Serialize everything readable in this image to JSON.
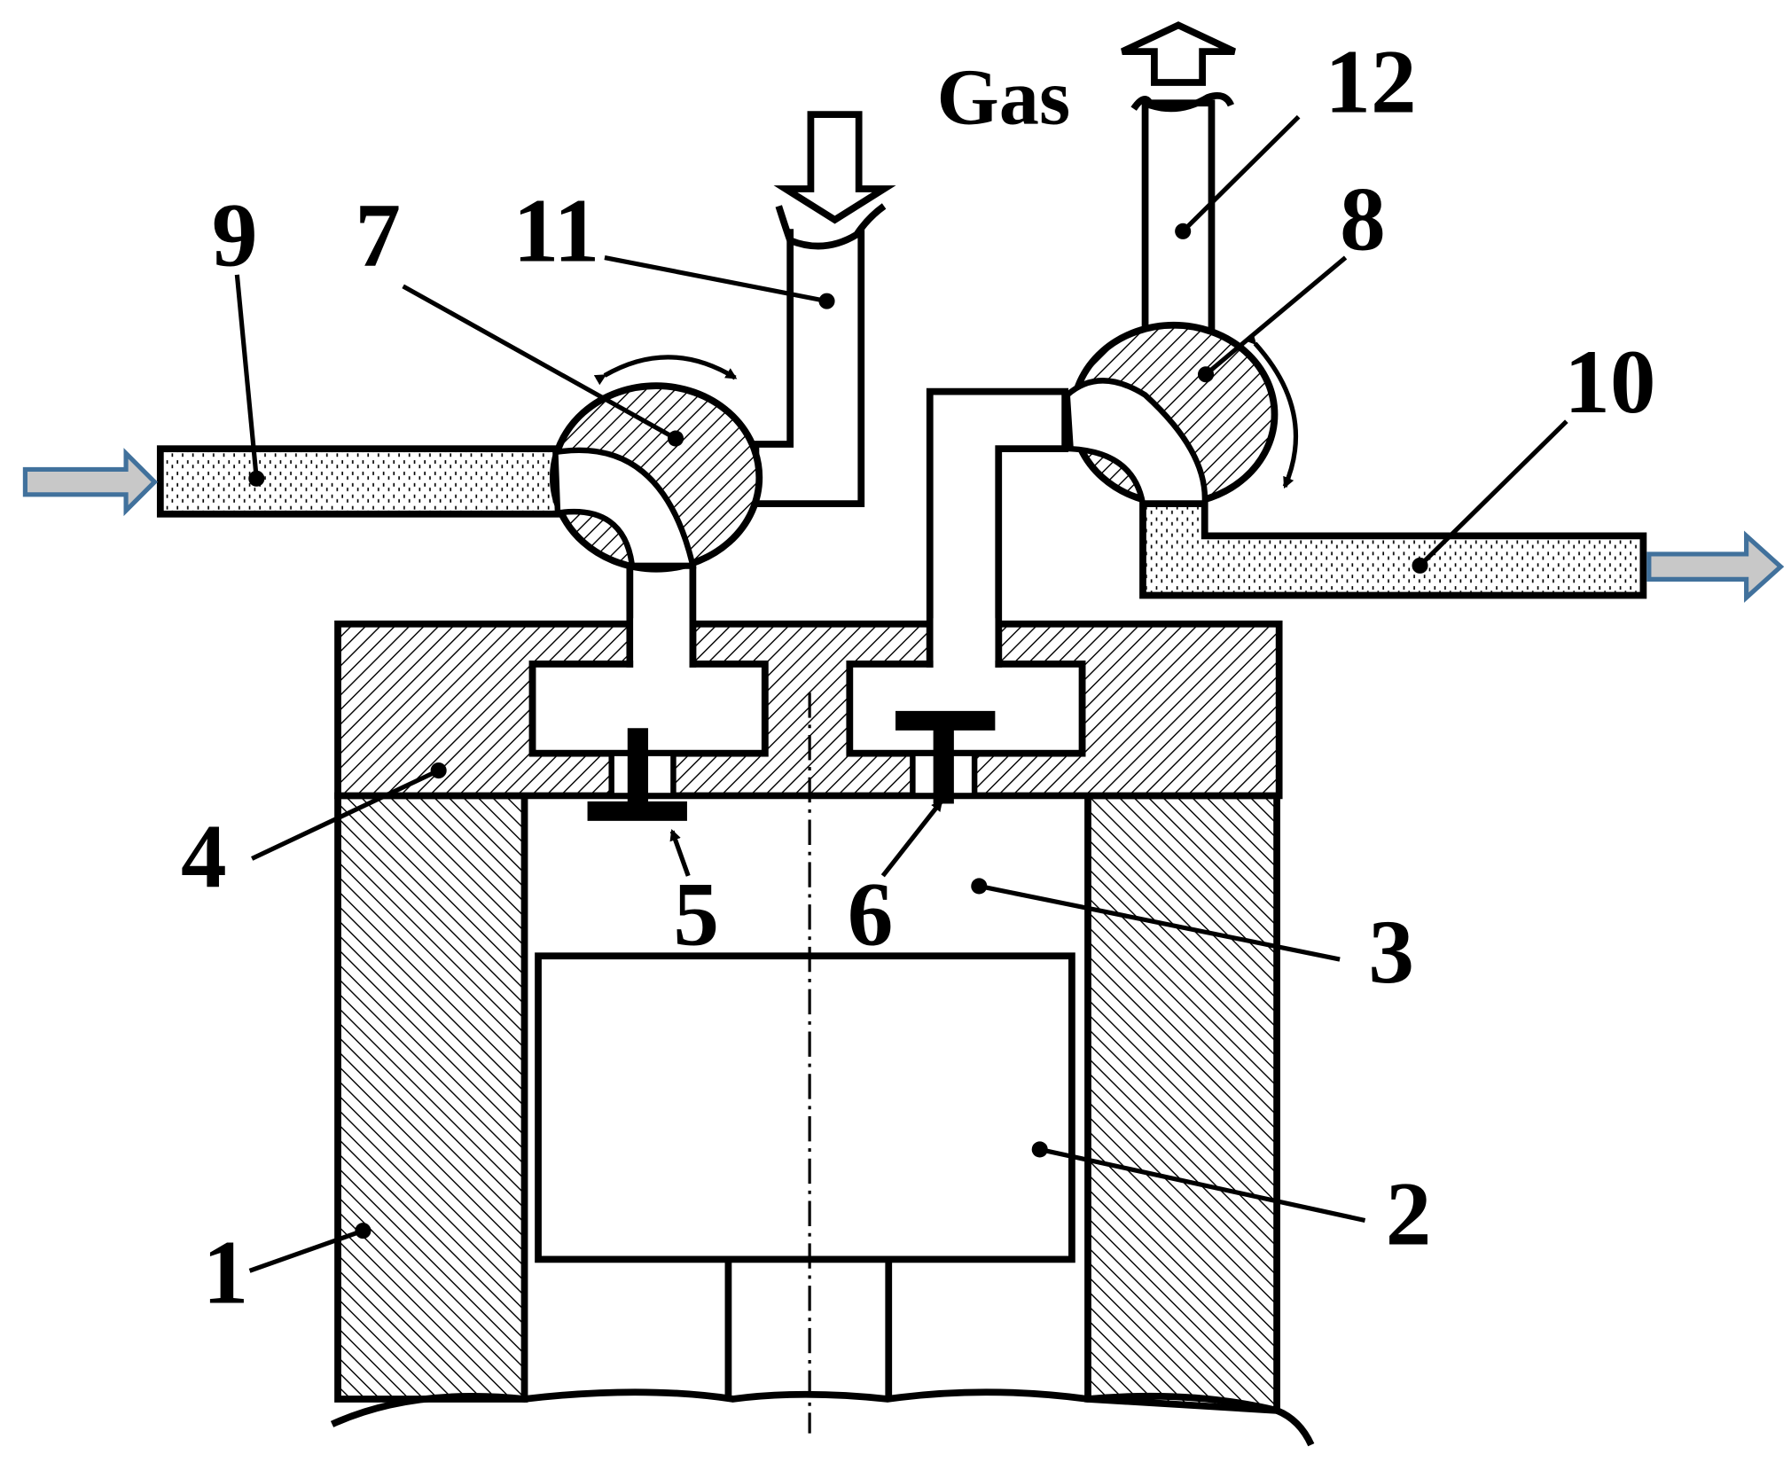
{
  "diagram": {
    "gas_label": "Gas",
    "labels": {
      "l1": "1",
      "l2": "2",
      "l3": "3",
      "l4": "4",
      "l5": "5",
      "l6": "6",
      "l7": "7",
      "l8": "8",
      "l9": "9",
      "l10": "10",
      "l11": "11",
      "l12": "12"
    },
    "colors": {
      "line": "#000000",
      "flow_arrow_fill": "#c8c8c8",
      "flow_arrow_stroke": "#41719c"
    }
  }
}
